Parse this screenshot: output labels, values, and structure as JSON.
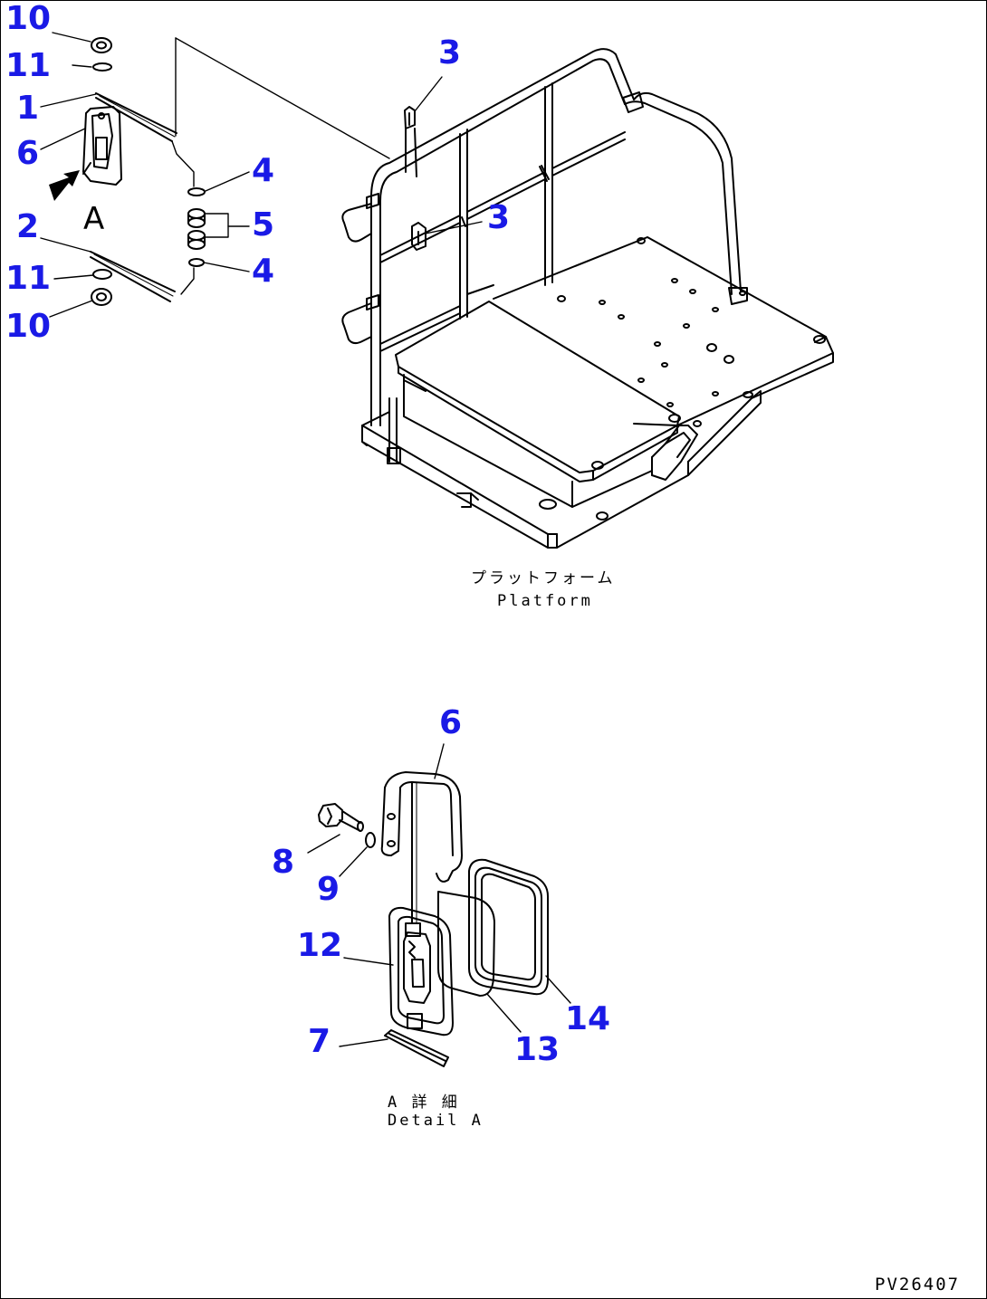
{
  "diagram": {
    "drawing_code": "PV26407",
    "view_marker": "A",
    "colors": {
      "callout": "#1a1ae6",
      "line": "#000000",
      "background": "#ffffff"
    },
    "captions": {
      "platform_jp": "プラットフォーム",
      "platform_en": "Platform",
      "detail_jp": "A 詳 細",
      "detail_en": "Detail A"
    },
    "callouts": {
      "c10_top": "10",
      "c11_top": "11",
      "c1": "1",
      "c6_left": "6",
      "c2": "2",
      "c11_bottom": "11",
      "c10_bottom": "10",
      "c4_top": "4",
      "c5": "5",
      "c4_bottom": "4",
      "c3_top": "3",
      "c3_mid": "3",
      "c6_detail": "6",
      "c8": "8",
      "c9": "9",
      "c12": "12",
      "c7": "7",
      "c13": "13",
      "c14": "14"
    }
  }
}
